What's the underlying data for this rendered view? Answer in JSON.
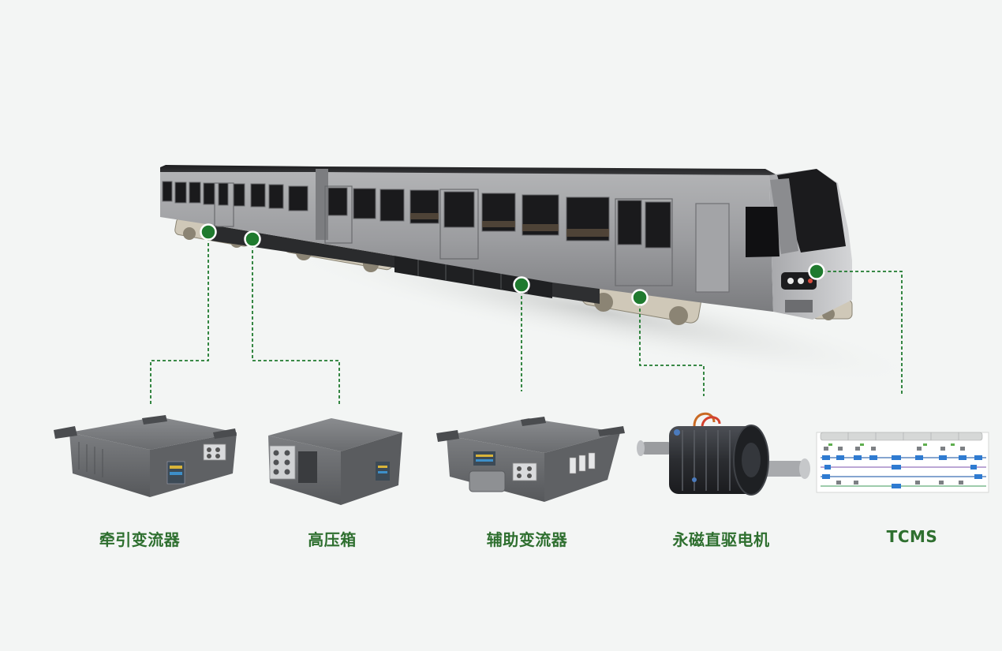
{
  "colors": {
    "accent_green": "#1f7a2e",
    "label_green": "#2e6f2f",
    "background": "#f3f5f4",
    "train_body": "#9a9b9d",
    "equipment_gray": "#6e7073"
  },
  "components": [
    {
      "id": "traction-converter",
      "label": "牵引变流器"
    },
    {
      "id": "high-voltage-box",
      "label": "高压箱"
    },
    {
      "id": "auxiliary-converter",
      "label": "辅助变流器"
    },
    {
      "id": "pm-direct-drive-motor",
      "label": "永磁直驱电机"
    },
    {
      "id": "tcms",
      "label": "TCMS"
    }
  ]
}
